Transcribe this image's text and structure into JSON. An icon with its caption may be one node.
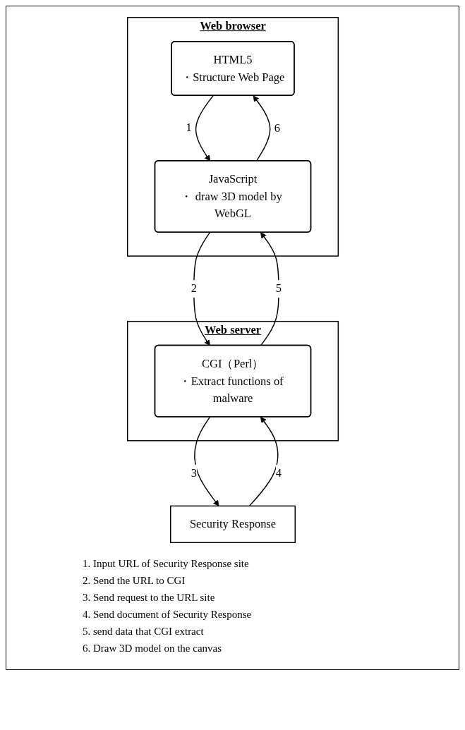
{
  "diagram": {
    "nodes": [
      {
        "text": [
          "Web browser"
        ]
      },
      {
        "text": [
          "HTML5",
          "・Structure Web Page"
        ],
        "in": 0
      },
      {
        "text": [
          "JavaScript",
          "・ draw 3D model by WebGL"
        ],
        "in": 0
      },
      {
        "text": [
          "Web server"
        ]
      },
      {
        "text": [
          "CGI（Perl）",
          "・Extract functions of malware"
        ],
        "in": 3
      },
      {
        "text": [
          "Security Response"
        ]
      }
    ],
    "edges": [
      {
        "from": 1,
        "to": 2,
        "arrow": "to",
        "label": "1"
      },
      {
        "from": 2,
        "to": 1,
        "arrow": "to",
        "label": "6"
      },
      {
        "from": 2,
        "to": 4,
        "arrow": "to",
        "label": "2"
      },
      {
        "from": 4,
        "to": 2,
        "arrow": "to",
        "label": "5"
      },
      {
        "from": 4,
        "to": 5,
        "arrow": "to",
        "label": "3"
      },
      {
        "from": 5,
        "to": 4,
        "arrow": "to",
        "label": "4"
      }
    ],
    "labels": [
      "1. Input URL of Security Response site",
      "2. Send the URL to CGI",
      "3. Send request to the URL site",
      "4. Send document of Security Response",
      "5. send data that CGI extract",
      "6. Draw 3D model on the canvas"
    ]
  }
}
